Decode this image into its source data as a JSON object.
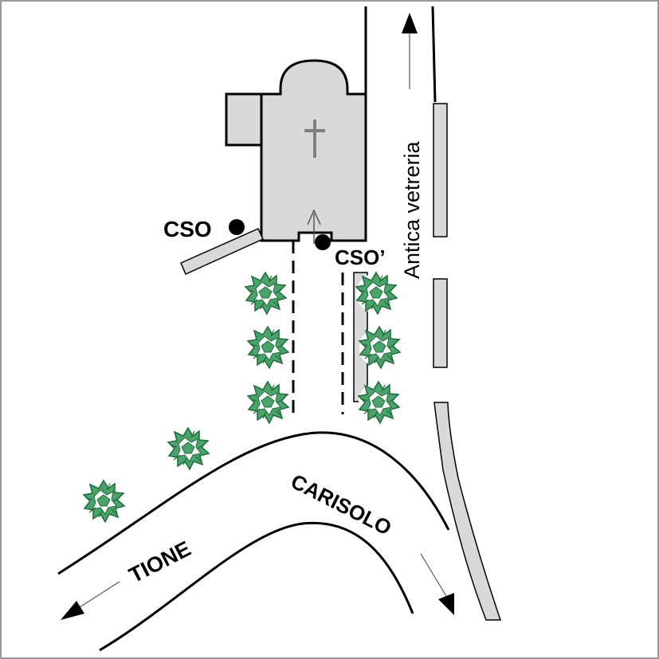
{
  "map": {
    "labels": {
      "cso": "CSO",
      "cso_prime": "CSO’",
      "antica_vetreria": "Antica vetreria",
      "carisolo": "CARISOLO",
      "tione": "TIONE"
    },
    "symbols": {
      "church_cross": "cross-icon",
      "tree": "tree-icon",
      "station_marker": "dot-icon",
      "direction": "arrow-icon"
    },
    "colors": {
      "building_fill": "#d9d9d9",
      "outline": "#000000",
      "tree_fill": "#4aa36b",
      "tree_dark": "#1f6b3a",
      "cross": "#808080",
      "border": "#9a9a9a"
    }
  }
}
